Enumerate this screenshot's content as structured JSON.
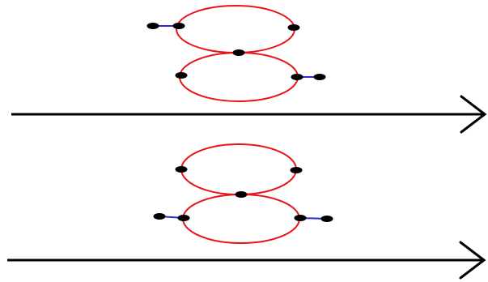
{
  "colors": {
    "background": "#ffffff",
    "loop": "#e8141b",
    "edge": "#2a2ad6",
    "node": "#000000",
    "arrow": "#000000"
  },
  "panels": [
    {
      "name": "top-panel",
      "figure_eight": {
        "loops": 2,
        "attached_edges": 2,
        "attached_edge_sides": [
          "upper-left",
          "lower-right"
        ]
      },
      "arrow_direction": "right"
    },
    {
      "name": "bottom-panel",
      "figure_eight": {
        "loops": 2,
        "attached_edges": 2,
        "attached_edge_sides": [
          "lower-left",
          "lower-right"
        ]
      },
      "arrow_direction": "right"
    }
  ]
}
